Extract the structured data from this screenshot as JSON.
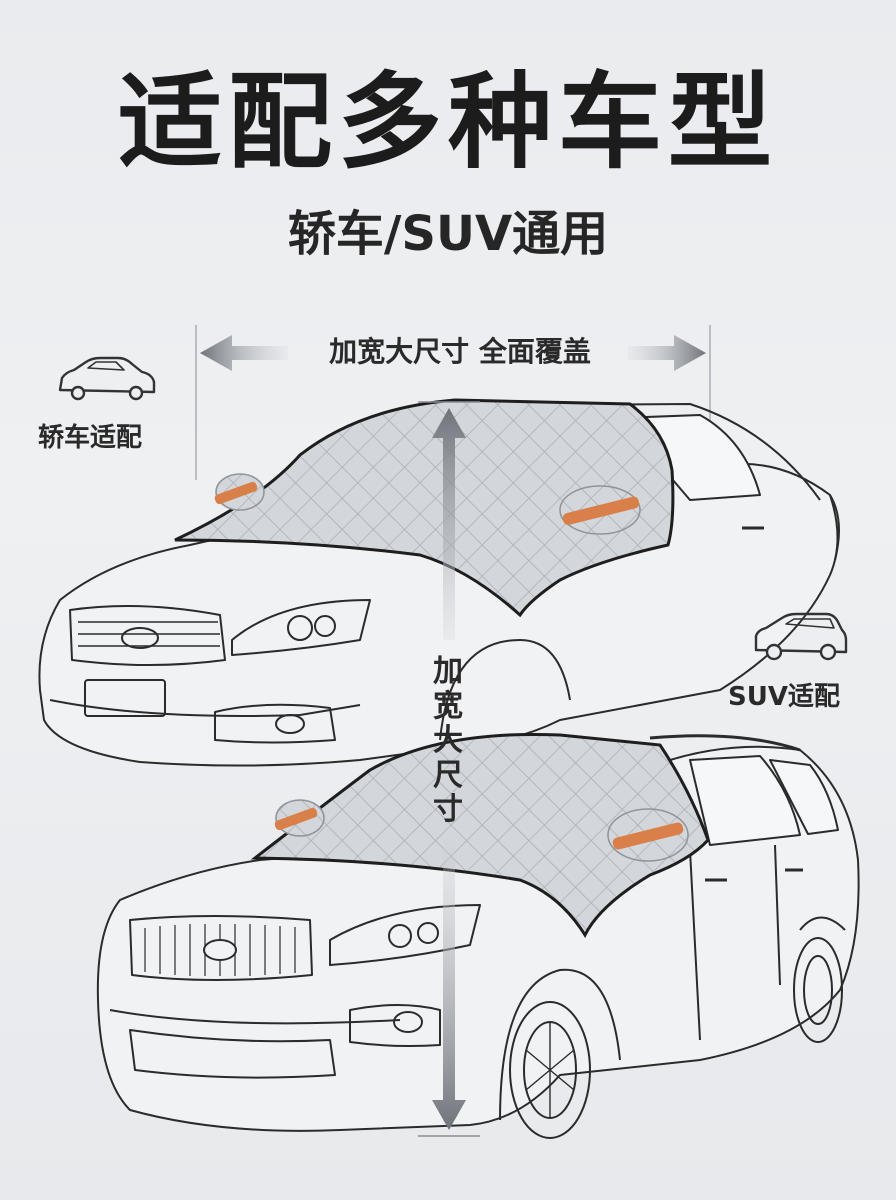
{
  "title": "适配多种车型",
  "subtitle": "轿车/SUV通用",
  "width_label": "加宽大尺寸 全面覆盖",
  "sedan_label": "轿车适配",
  "suv_label": "SUV适配",
  "vertical_label": [
    "加",
    "宽",
    "大",
    "尺",
    "寸"
  ],
  "icons": {
    "sedan": "sedan-car-icon",
    "suv": "suv-car-icon"
  },
  "colors": {
    "cover": "#c9ccd1",
    "strap": "#d9804a",
    "arrow": "#8a8e96",
    "line_art": "#2b2b2b"
  }
}
